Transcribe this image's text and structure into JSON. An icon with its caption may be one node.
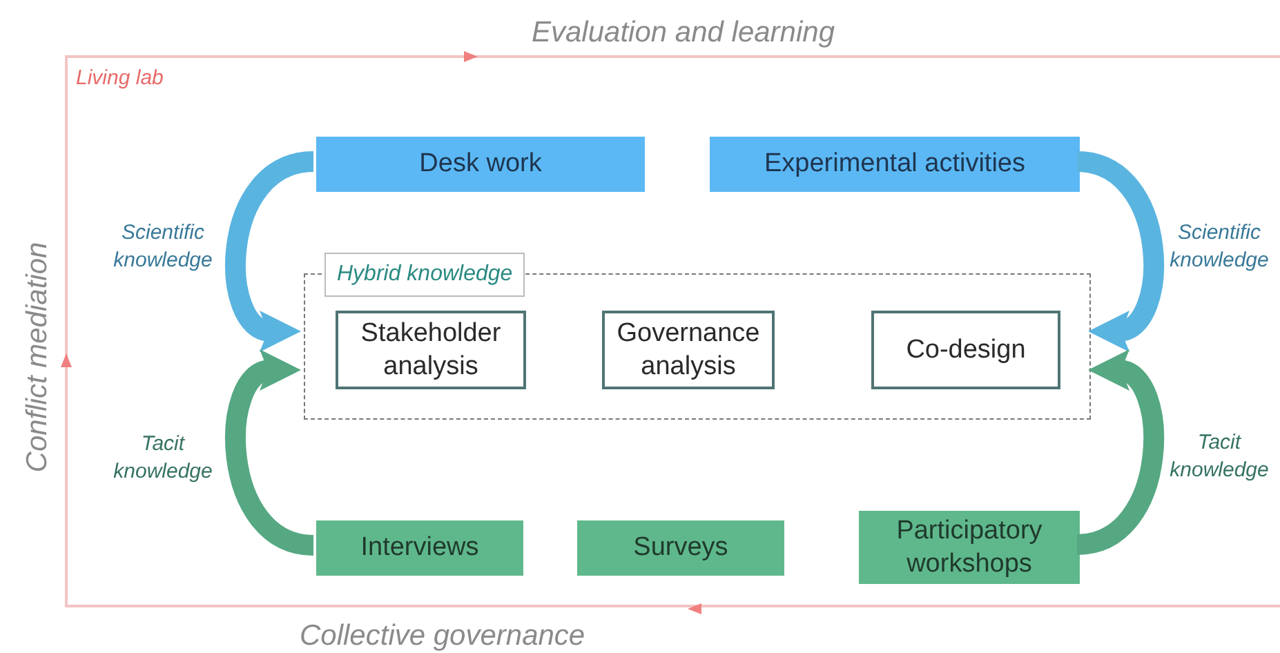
{
  "diagram": {
    "nodes": [
      {
        "text": [
          "Living lab"
        ]
      },
      {
        "text": [
          "Desk work"
        ],
        "in": 0
      },
      {
        "text": [
          "Experimental activities"
        ],
        "in": 0
      },
      {
        "text": [
          "Hybrid knowledge"
        ],
        "in": 0
      },
      {
        "text": [
          "Stakeholder analysis"
        ],
        "in": 3
      },
      {
        "text": [
          "Governance analysis"
        ],
        "in": 3
      },
      {
        "text": [
          "Co-design"
        ],
        "in": 3
      },
      {
        "text": [
          "Interviews"
        ],
        "in": 0
      },
      {
        "text": [
          "Surveys"
        ],
        "in": 0
      },
      {
        "text": [
          "Participatory workshops"
        ],
        "in": 0
      }
    ],
    "edges": [
      {
        "from": 1,
        "to": 3,
        "arrow": "to",
        "label": "Scientific knowledge",
        "color": "#5ab4e0"
      },
      {
        "from": 2,
        "to": 3,
        "arrow": "to",
        "label": "Scientific knowledge",
        "color": "#5ab4e0"
      },
      {
        "from": 7,
        "to": 3,
        "arrow": "to",
        "label": "Tacit knowledge",
        "color": "#55a882"
      },
      {
        "from": 9,
        "to": 3,
        "arrow": "to",
        "label": "Tacit knowledge",
        "color": "#55a882"
      }
    ],
    "labels": [
      "Evaluation and learning",
      "Conflict mediation",
      "Collective governance"
    ]
  }
}
